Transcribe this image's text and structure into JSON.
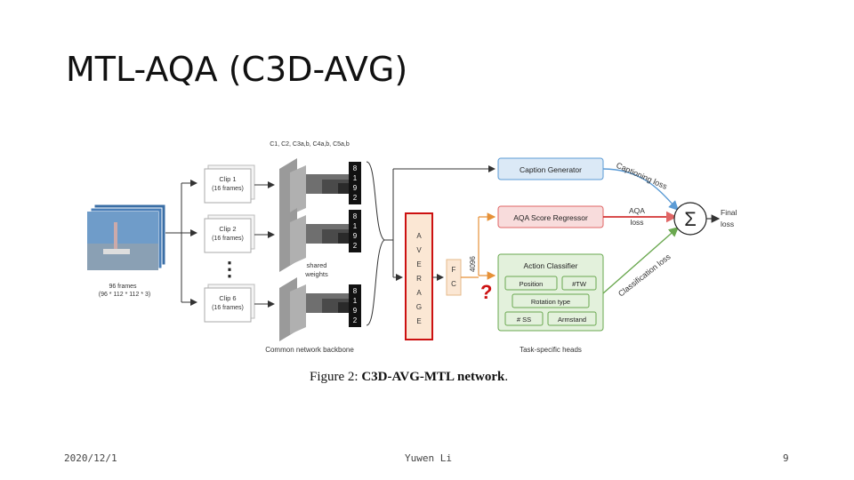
{
  "slide": {
    "title": "MTL-AQA (C3D-AVG)",
    "footer_date": "2020/12/1",
    "footer_author": "Yuwen Li",
    "page_number": "9"
  },
  "figure": {
    "backbone_layers": "C1, C2, C3a,b, C4a,b, C5a,b",
    "input_frames": "96 frames",
    "input_dims": "(96 * 112 * 112 * 3)",
    "clips": [
      {
        "name": "Clip 1",
        "frames": "(16 frames)"
      },
      {
        "name": "Clip 2",
        "frames": "(16 frames)"
      },
      {
        "name": "Clip 6",
        "frames": "(16 frames)"
      }
    ],
    "ellipsis": "⋮",
    "feature_dim_chars": [
      "8",
      "1",
      "9",
      "2"
    ],
    "shared_weights_line1": "shared",
    "shared_weights_line2": "weights",
    "backbone_label": "Common network backbone",
    "average_chars": [
      "A",
      "V",
      "E",
      "R",
      "A",
      "G",
      "E"
    ],
    "fc_chars": [
      "F",
      "C"
    ],
    "fc_dim": "4096",
    "question_mark": "?",
    "heads_label": "Task-specific heads",
    "caption_generator": "Caption Generator",
    "aqa_regressor": "AQA Score Regressor",
    "action_classifier": "Action Classifier",
    "classifier_items": {
      "position": "Position",
      "tw": "#TW",
      "rotation": "Rotation type",
      "ss": "# SS",
      "armstand": "Armstand"
    },
    "captioning_loss": "Captioning loss",
    "aqa_loss_line1": "AQA",
    "aqa_loss_line2": "loss",
    "classification_loss": "Classification loss",
    "sum_symbol": "Σ",
    "final_loss_line1": "Final",
    "final_loss_line2": "loss",
    "caption_prefix": "Figure 2: ",
    "caption_bold": "C3D-AVG-MTL network",
    "caption_suffix": ".",
    "colors": {
      "blue_head": "#dbe9f6",
      "blue_border": "#5b9bd5",
      "red_head": "#f8dcdc",
      "red_border": "#e06666",
      "green_head": "#e3f1dc",
      "green_border": "#6aa84f",
      "average_border": "#cc1111",
      "fc_fill": "#fbe7d4"
    }
  }
}
